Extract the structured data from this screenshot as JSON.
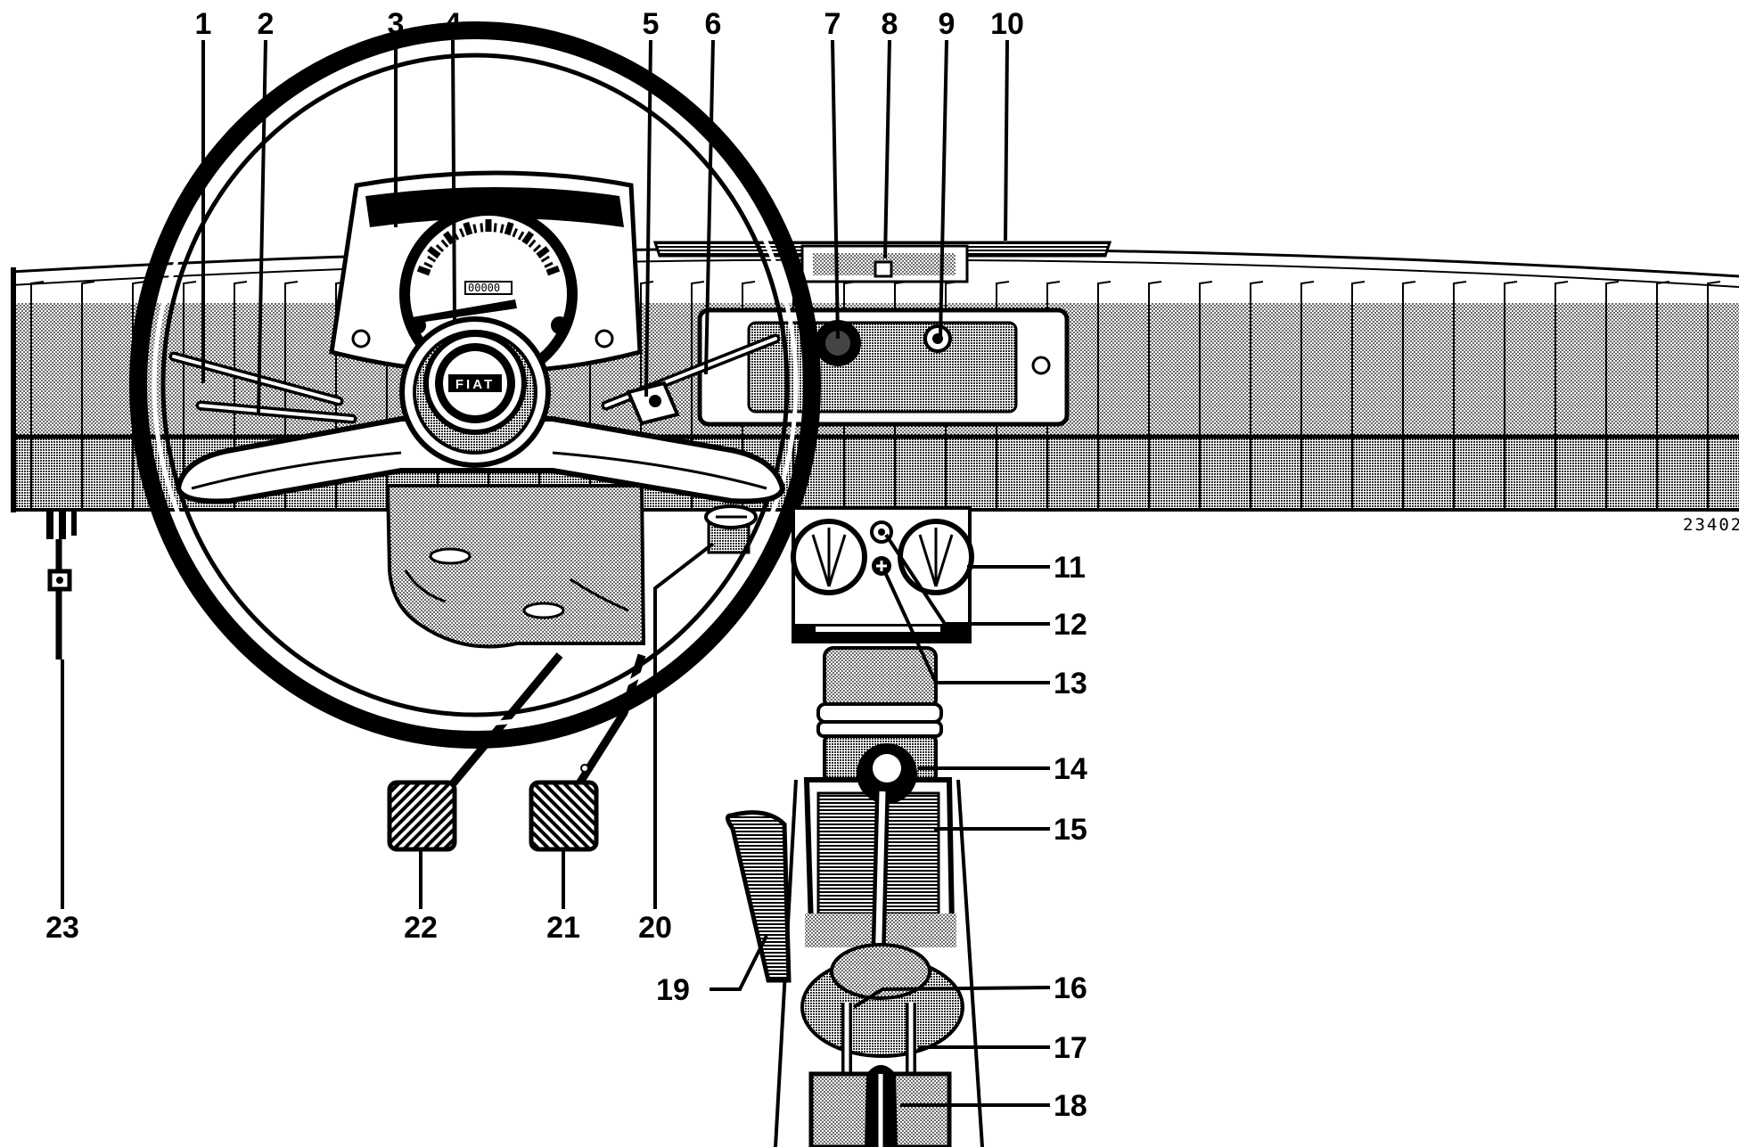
{
  "figure": {
    "reference_code": "23402",
    "logo_text": "FIAT",
    "odometer": "00000"
  },
  "callouts": [
    {
      "id": "1",
      "label": "1"
    },
    {
      "id": "2",
      "label": "2"
    },
    {
      "id": "3",
      "label": "3"
    },
    {
      "id": "4",
      "label": "4"
    },
    {
      "id": "5",
      "label": "5"
    },
    {
      "id": "6",
      "label": "6"
    },
    {
      "id": "7",
      "label": "7"
    },
    {
      "id": "8",
      "label": "8"
    },
    {
      "id": "9",
      "label": "9"
    },
    {
      "id": "10",
      "label": "10"
    },
    {
      "id": "11",
      "label": "11"
    },
    {
      "id": "12",
      "label": "12"
    },
    {
      "id": "13",
      "label": "13"
    },
    {
      "id": "14",
      "label": "14"
    },
    {
      "id": "15",
      "label": "15"
    },
    {
      "id": "16",
      "label": "16"
    },
    {
      "id": "17",
      "label": "17"
    },
    {
      "id": "18",
      "label": "18"
    },
    {
      "id": "19",
      "label": "19"
    },
    {
      "id": "20",
      "label": "20"
    },
    {
      "id": "21",
      "label": "21"
    },
    {
      "id": "22",
      "label": "22"
    },
    {
      "id": "23",
      "label": "23"
    }
  ],
  "colors": {
    "ink": "#000000",
    "paper": "#ffffff",
    "stipple": "#8a8a8a"
  }
}
